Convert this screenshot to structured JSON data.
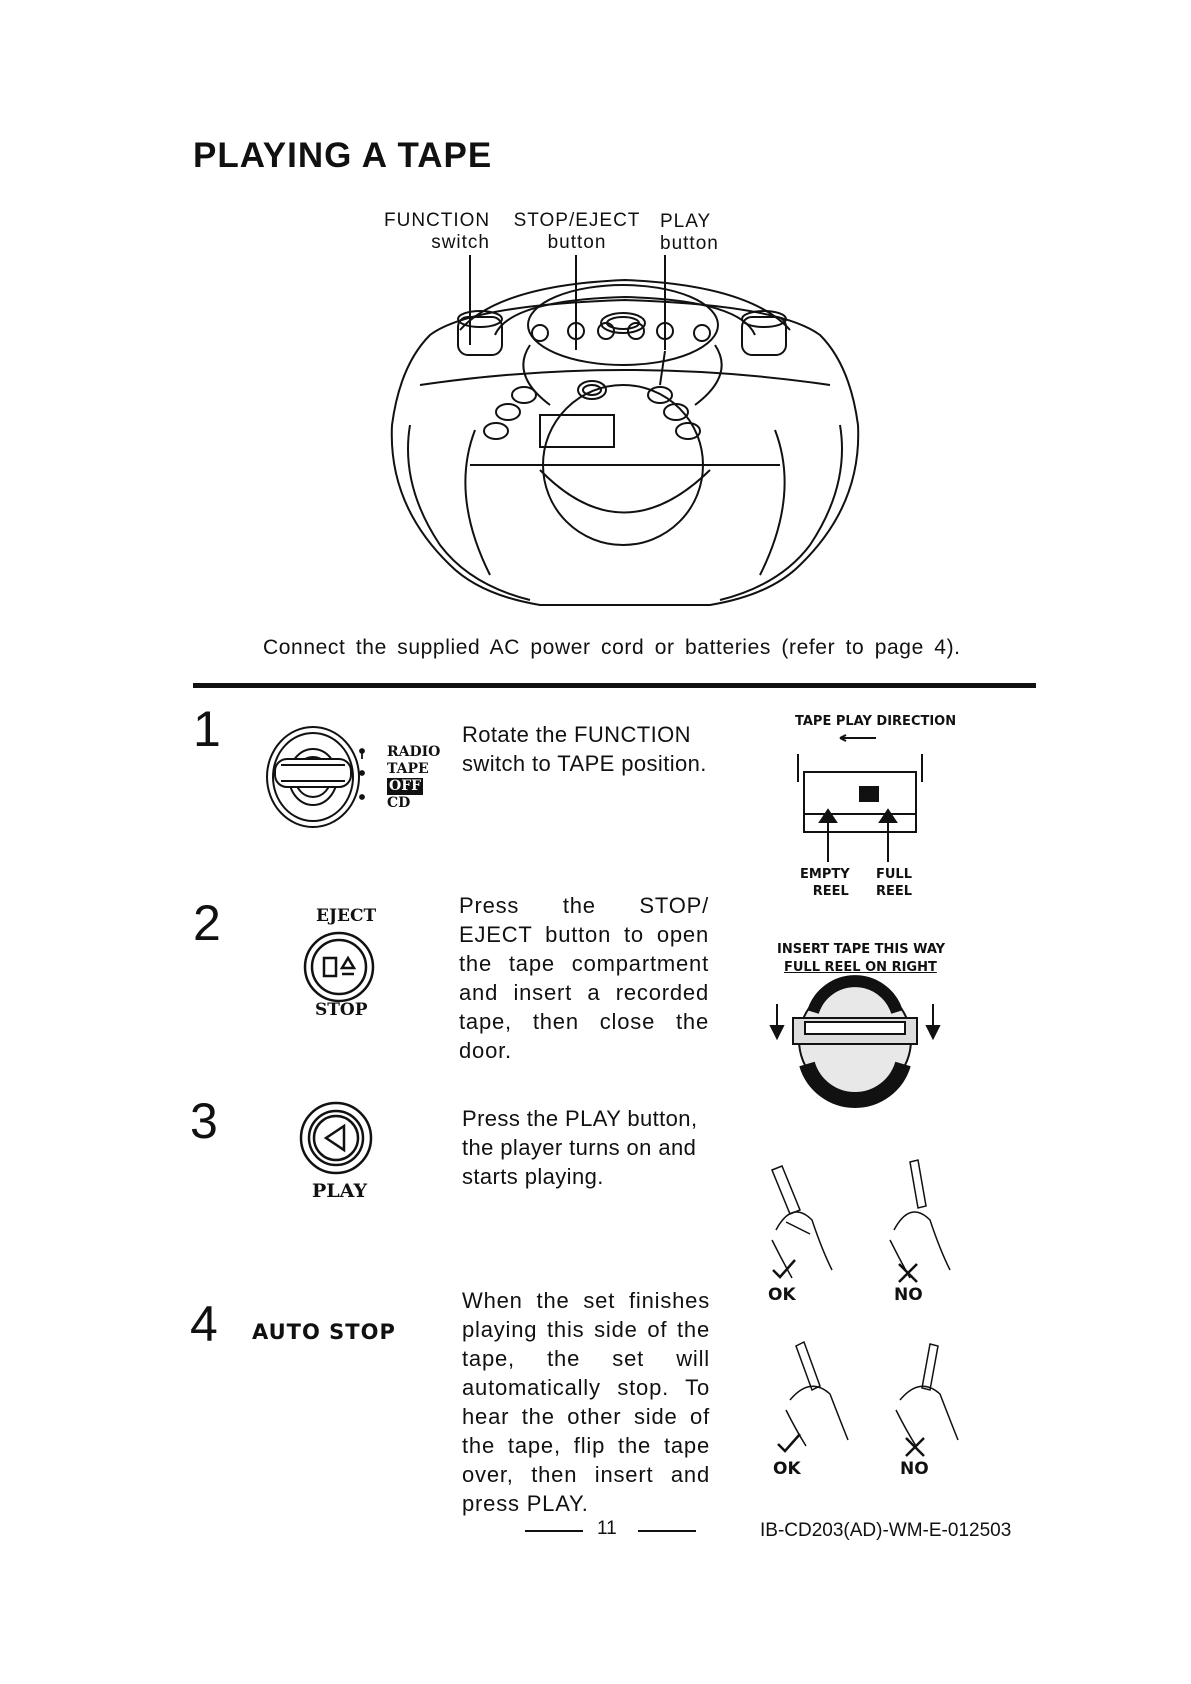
{
  "page": {
    "title": "PLAYING A TAPE",
    "intro": "Connect the supplied AC power cord or batteries (refer to page 4).",
    "page_number": "11",
    "doc_code": "IB-CD203(AD)-WM-E-012503"
  },
  "diagram": {
    "function_label": "FUNCTION",
    "function_sub": "switch",
    "stop_label": "STOP/EJECT",
    "stop_sub": "button",
    "play_label": "PLAY",
    "play_sub": "button"
  },
  "steps": [
    {
      "num": "1",
      "text": "Rotate the FUNCTION switch to TAPE position.",
      "positions": [
        "RADIO",
        "TAPE",
        "OFF",
        "CD"
      ]
    },
    {
      "num": "2",
      "text": "Press the STOP/ EJECT button to open the tape compartment and insert a recorded tape, then close the door.",
      "top_label": "EJECT",
      "bottom_label": "STOP"
    },
    {
      "num": "3",
      "text": "Press the PLAY button, the player turns on and starts playing.",
      "bottom_label": "PLAY"
    },
    {
      "num": "4",
      "label": "AUTO STOP",
      "text": "When the set finishes playing this side of the tape, the set will automatically stop. To hear the other side of the tape, flip the tape over, then insert and press PLAY."
    }
  ],
  "side": {
    "direction_title": "TAPE PLAY DIRECTION",
    "empty_reel": [
      "EMPTY",
      "REEL"
    ],
    "full_reel": [
      "FULL",
      "REEL"
    ],
    "insert_title": "INSERT TAPE THIS WAY",
    "insert_sub": "FULL REEL ON RIGHT",
    "ok_label": "OK",
    "no_label": "NO"
  }
}
